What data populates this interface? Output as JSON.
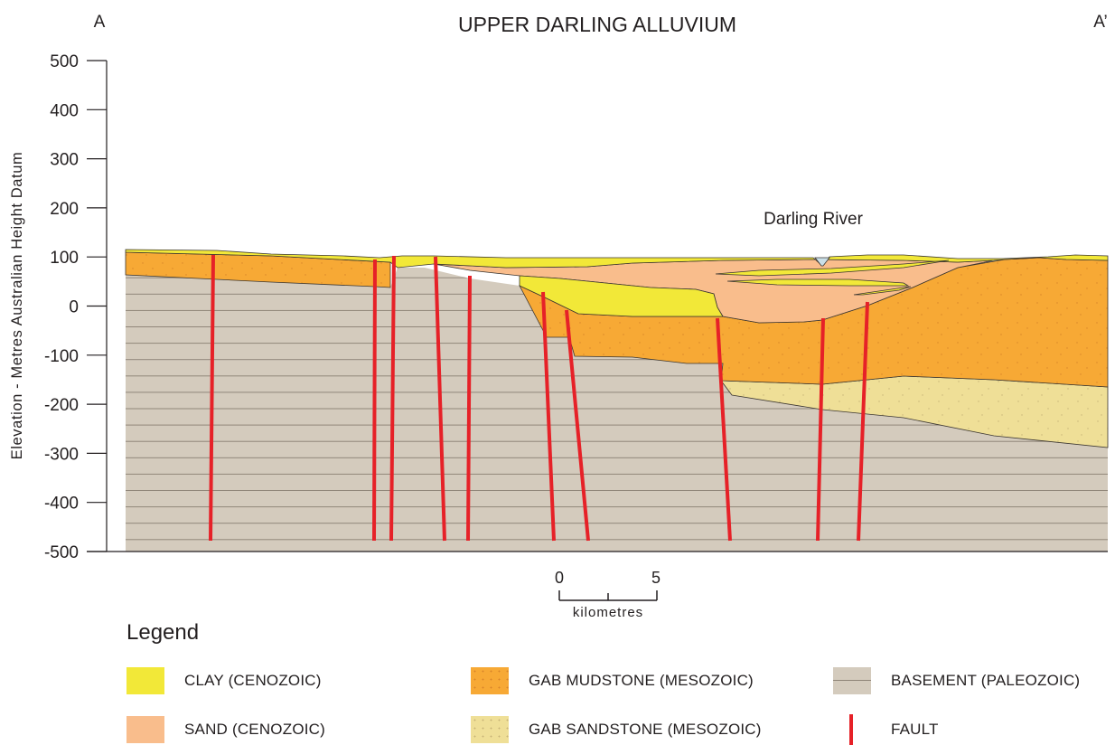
{
  "title": "UPPER DARLING ALLUVIUM",
  "section_start": "A",
  "section_end": "A’",
  "y_axis": {
    "label": "Elevation - Metres Australian Height Datum",
    "ticks": [
      "500",
      "400",
      "300",
      "200",
      "100",
      "0",
      "-100",
      "-200",
      "-300",
      "-400",
      "-500"
    ],
    "range": [
      -500,
      500
    ]
  },
  "annotation": "Darling River",
  "scale_bar": {
    "min_label": "0",
    "max_label": "5",
    "unit": "kilometres"
  },
  "legend": {
    "title": "Legend",
    "items": [
      {
        "label": "CLAY (CENOZOIC)",
        "swatch": "clay",
        "color": "#f2e838"
      },
      {
        "label": "SAND (CENOZOIC)",
        "swatch": "sand",
        "color": "#f9bd8c"
      },
      {
        "label": "GAB MUDSTONE (MESOZOIC)",
        "swatch": "mudstone",
        "color": "#f7a935"
      },
      {
        "label": "GAB SANDSTONE (MESOZOIC)",
        "swatch": "sandstone",
        "color": "#efdf97"
      },
      {
        "label": "BASEMENT (PALEOZOIC)",
        "swatch": "basement",
        "color": "#d4cbbd"
      },
      {
        "label": "FAULT",
        "swatch": "fault",
        "color": "#e62128"
      }
    ]
  }
}
